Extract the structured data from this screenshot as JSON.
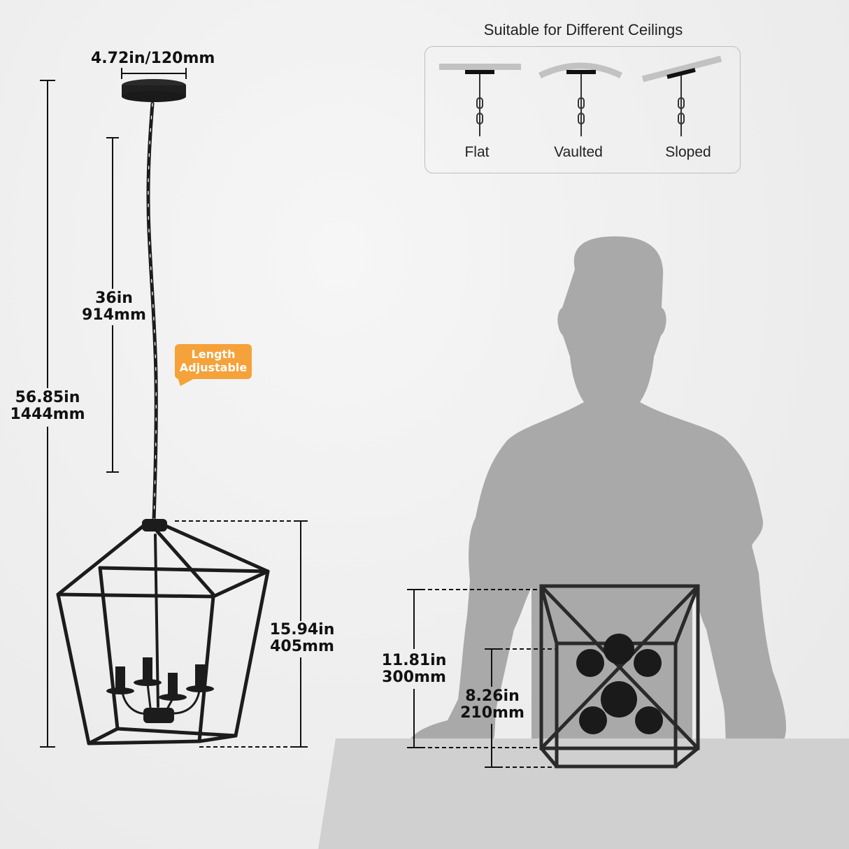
{
  "ceilings": {
    "title": "Suitable for Different Ceilings",
    "types": [
      {
        "label": "Flat",
        "icon": "flat-ceiling-icon"
      },
      {
        "label": "Vaulted",
        "icon": "vaulted-ceiling-icon"
      },
      {
        "label": "Sloped",
        "icon": "sloped-ceiling-icon"
      }
    ]
  },
  "dimensions": {
    "canopy_width": "4.72in/120mm",
    "chain_length": {
      "in": "36in",
      "mm": "914mm"
    },
    "total_height": {
      "in": "56.85in",
      "mm": "1444mm"
    },
    "lantern_height": {
      "in": "15.94in",
      "mm": "405mm"
    },
    "lantern_width": {
      "in": "11.81in",
      "mm": "300mm"
    },
    "lantern_depth": {
      "in": "8.26in",
      "mm": "210mm"
    }
  },
  "badge": {
    "line1": "Length",
    "line2": "Adjustable",
    "color": "#f5a23a"
  },
  "colors": {
    "background": "#eeeeee",
    "silhouette": "#a9a9a9",
    "table": "#d0d0d0",
    "fixture": "#1c1c1c",
    "ceiling_plate": "#c2c2c2"
  }
}
